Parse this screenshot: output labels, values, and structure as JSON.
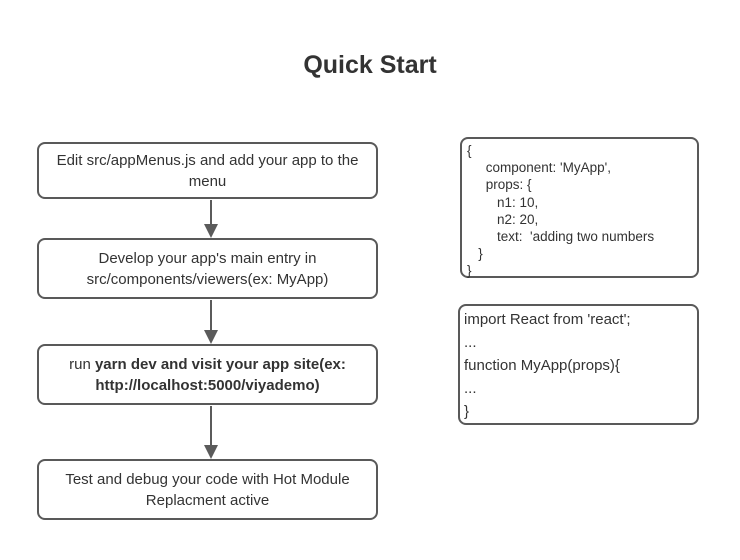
{
  "title": "Quick Start",
  "colors": {
    "border": "#595959",
    "arrow": "#5b5b5b",
    "text": "#333333",
    "background": "#ffffff"
  },
  "flow": {
    "steps": [
      {
        "text": "Edit src/appMenus.js and add your app to the menu"
      },
      {
        "text": "Develop your app's main entry in src/components/viewers(ex: MyApp)"
      },
      {
        "prefix": "run ",
        "bold": "yarn dev and visit your app site(ex: http://localhost:5000/viyademo)"
      },
      {
        "text": "Test and debug your code with Hot Module Replacment active"
      }
    ]
  },
  "code_boxes": [
    {
      "lines": [
        "{",
        "     component: 'MyApp',",
        "     props: {",
        "        n1: 10,",
        "        n2: 20,",
        "        text:  'adding two numbers",
        "   }",
        "}"
      ]
    },
    {
      "lines": [
        "import React from 'react';",
        "...",
        "function MyApp(props){",
        "...",
        "}"
      ]
    }
  ]
}
